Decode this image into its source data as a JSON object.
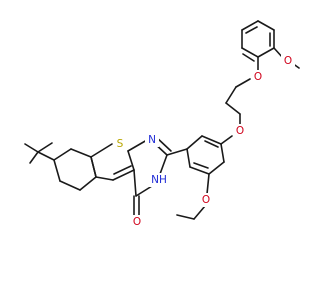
{
  "molecule": {
    "atoms": [
      {
        "id": "S1",
        "symbol": "S",
        "color": "#b8a600"
      },
      {
        "id": "N1",
        "symbol": "N",
        "color": "#1f2bd6"
      },
      {
        "id": "N3",
        "symbol": "NH",
        "color": "#1f2bd6"
      },
      {
        "id": "O4",
        "symbol": "O",
        "color": "#d0021b"
      },
      {
        "id": "O_ether1",
        "symbol": "O",
        "color": "#d0021b"
      },
      {
        "id": "O_ethoxy",
        "symbol": "O",
        "color": "#d0021b"
      },
      {
        "id": "O_ether2",
        "symbol": "O",
        "color": "#d0021b"
      },
      {
        "id": "O_methoxy",
        "symbol": "O",
        "color": "#d0021b"
      }
    ],
    "bond_color": "#1a1a1a"
  }
}
